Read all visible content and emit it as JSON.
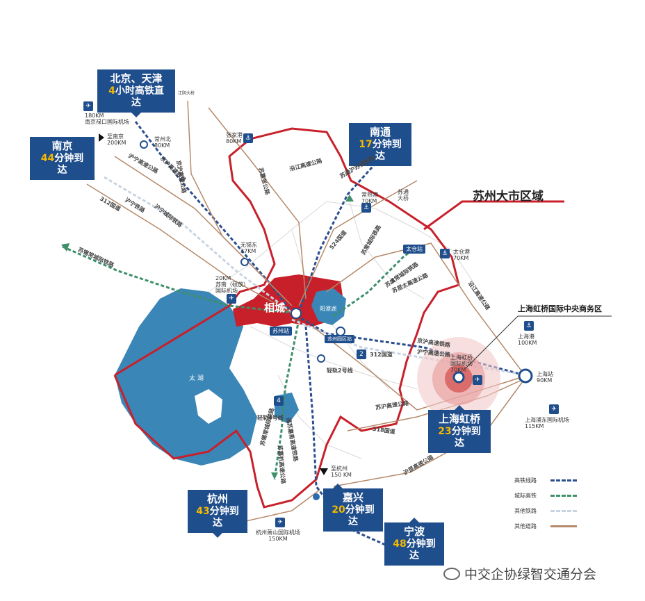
{
  "callouts": {
    "beijing": {
      "city": "北京、天津",
      "num": "4",
      "time": "小时高铁直达"
    },
    "nanjing": {
      "city": "南京",
      "num": "44",
      "time": "分钟到达"
    },
    "nantong": {
      "city": "南通",
      "num": "17",
      "time": "分钟到达"
    },
    "shanghai": {
      "city": "上海虹桥",
      "num": "23",
      "time": "分钟到达"
    },
    "hangzhou": {
      "city": "杭州",
      "num": "43",
      "time": "分钟到达"
    },
    "jiaxing": {
      "city": "嘉兴",
      "num": "20",
      "time": "分钟到达"
    },
    "ningbo": {
      "city": "宁波",
      "num": "48",
      "time": "分钟到达"
    }
  },
  "region_title": "苏州大市区域",
  "hongqiao_cbd": "上海虹桥国际中央商务区",
  "xiangcheng": "相城",
  "yangcheng_lake": "阳澄湖",
  "taihu": "太 湖",
  "stations": {
    "suzhou": "苏州站",
    "suzhou_park": "苏州园区站",
    "taicang": "太仓站",
    "hongqiao": "上海虹桥\n国际机场\n70KM"
  },
  "places": {
    "nanjing_airport": "180KM\n南京禄口国际机场",
    "to_nanjing": "至南京\n200KM",
    "changzhou": "常州北\n80KM",
    "wuxi_east": "无锡东\n37KM",
    "wuxi_airport": "20KM\n苏南（硕放）\n国际机场",
    "zhangjiagang": "张家港\n80KM",
    "changshu": "常熟港\n70KM",
    "taicang_port": "太仓港\n70KM",
    "shanghai_port": "上海港\n100KM",
    "shanghai_station": "上海站\n90KM",
    "pudong": "上海浦东国际机场\n115KM",
    "to_hangzhou": "至杭州\n150 KM",
    "xiaoshan": "杭州萧山国际机场\n150KM",
    "jiangyin": "江阴大桥",
    "sutong": "苏通\n大桥"
  },
  "roads": {
    "jinghu_hw": "京沪高速公路",
    "huning_hw": "沪宁高速公路",
    "huning_rail": "沪宁城际铁路",
    "hu_rail": "沪宁铁路",
    "r312a": "312国道",
    "r312b": "312国道",
    "suxichang": "苏锡常城际铁路",
    "sujia": "苏嘉张公路",
    "yanjiang": "沿江高速公路",
    "yanjiang2": "沿江高速公路",
    "r524": "524国道",
    "tonghu": "苏通沪苏通铁路",
    "sujiahang": "苏嘉杭高速公路",
    "sujiahang_rail": "通苏嘉甬高速铁路",
    "sucheng": "苏常城际铁路",
    "sutai": "苏昆太高速公路",
    "suchangtai": "苏虞常城际铁路",
    "jinghu_rail": "京沪高速铁路",
    "huning_hw2": "沪宁高速公路",
    "suhu": "苏沪高速公路",
    "r318": "318国道",
    "hushan": "沪昆高速公路",
    "line2": "轻轨2号线",
    "line4": "轻轨4号线",
    "r312c": "312国道",
    "wuxi_rail": "苏锡常城际铁路"
  },
  "legend": {
    "hsr": {
      "label": "高铁线路",
      "color": "#2b4e8e"
    },
    "intercity": {
      "label": "城际高铁",
      "color": "#3e8f6a"
    },
    "other_rail": {
      "label": "其他铁路",
      "color": "#c9d4e3"
    },
    "other_road": {
      "label": "其他道路",
      "color": "#b58a6a"
    }
  },
  "colors": {
    "red": "#c8202a",
    "lake": "#3a86b7",
    "navy": "#1f4e8c",
    "gold": "#f5b800"
  },
  "watermark": "中交企协绿智交通分会"
}
